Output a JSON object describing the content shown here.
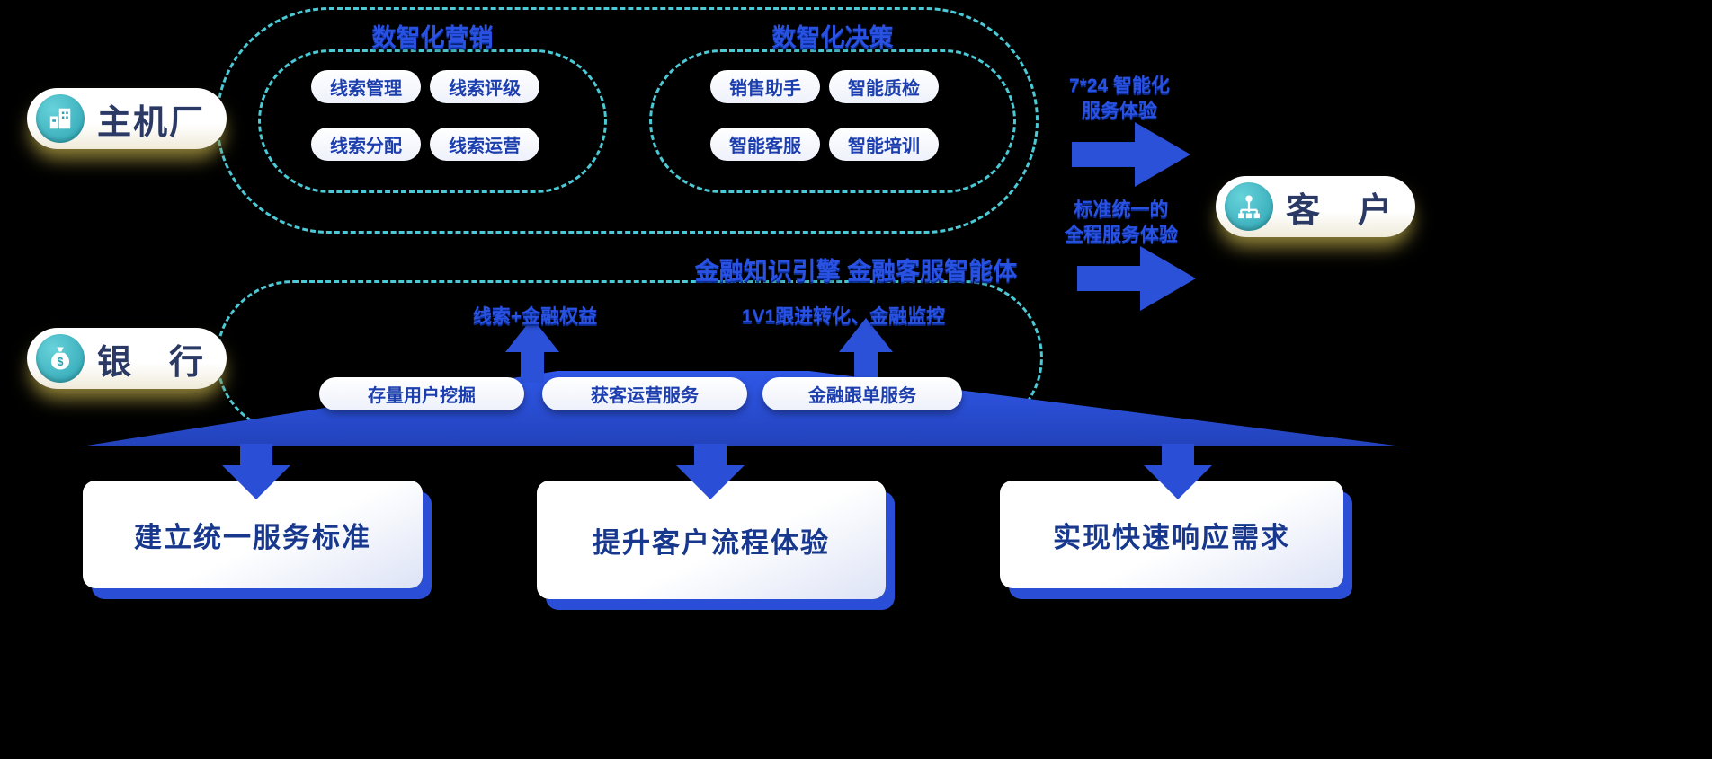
{
  "scene": {
    "bg": "#000000",
    "accent_blue": "#2b51d9",
    "dashed_teal": "#4bc9d5",
    "title_blue": "#2a52e2"
  },
  "actors": {
    "oem": {
      "label": "主机厂"
    },
    "bank": {
      "label": "银　行"
    },
    "customer": {
      "label": "客　户"
    }
  },
  "marketing": {
    "title": "数智化营销",
    "items": [
      "线索管理",
      "线索评级",
      "线索分配",
      "线索运营"
    ]
  },
  "decision": {
    "title": "数智化决策",
    "items": [
      "销售助手",
      "智能质检",
      "智能客服",
      "智能培训"
    ]
  },
  "engine_caption": "金融知识引擎  金融客服智能体",
  "bank_flow": {
    "left_caption": "线索+金融权益",
    "right_caption": "1V1跟进转化、金融监控",
    "pills": [
      "存量用户挖掘",
      "获客运营服务",
      "金融跟单服务"
    ]
  },
  "customer_arrows": {
    "top": [
      "7*24 智能化",
      "服务体验"
    ],
    "bottom": [
      "标准统一的",
      "全程服务体验"
    ]
  },
  "outcomes": [
    "建立统一服务标准",
    "提升客户流程体验",
    "实现快速响应需求"
  ]
}
